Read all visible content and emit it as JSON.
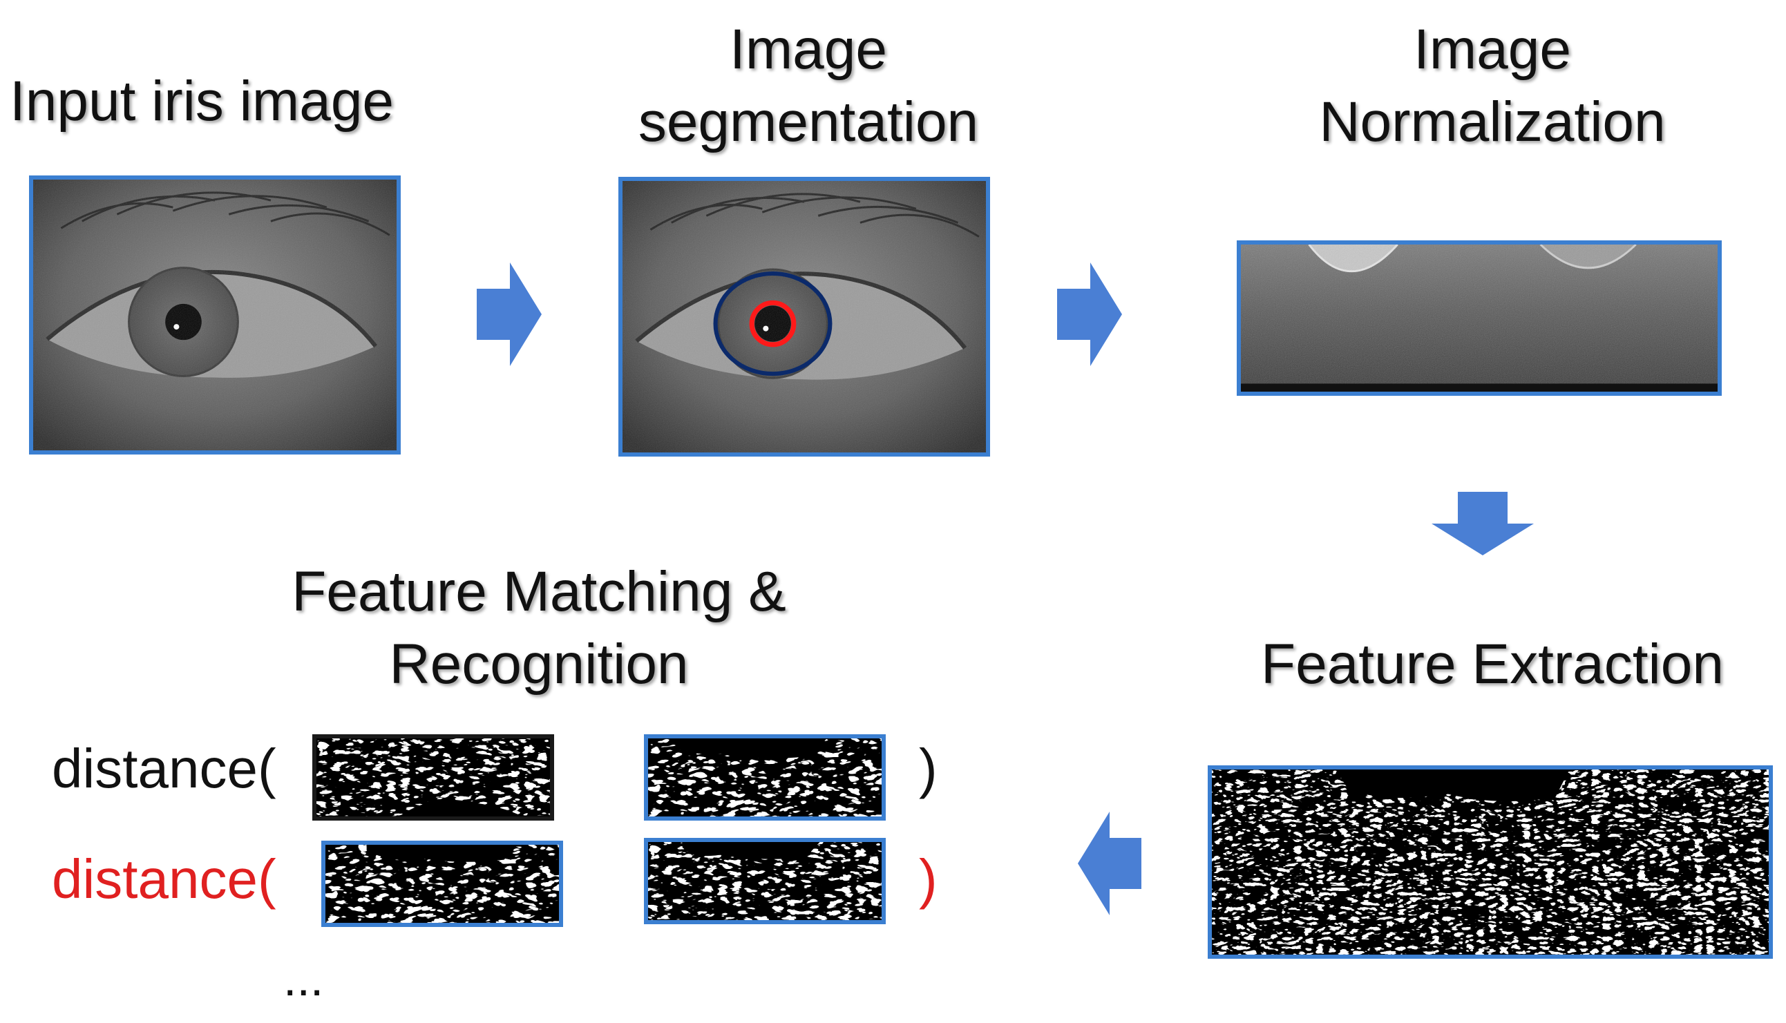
{
  "stages": {
    "input": {
      "label": "Input iris image"
    },
    "segmentation": {
      "label_line1": "Image",
      "label_line2": "segmentation"
    },
    "normalization": {
      "label_line1": "Image",
      "label_line2": "Normalization"
    },
    "extraction": {
      "label": "Feature Extraction"
    },
    "matching": {
      "label_line1": "Feature Matching &",
      "label_line2": "Recognition"
    }
  },
  "distance_rows": [
    {
      "prefix": "distance(",
      "suffix": ")",
      "color": "#111111"
    },
    {
      "prefix": "distance(",
      "suffix": ")",
      "color": "#e02020"
    }
  ],
  "ellipsis": "...",
  "colors": {
    "arrow": "#4a7fd4",
    "frame": "#3b7fd1",
    "iris_boundary": "#0b2a6b",
    "pupil_boundary": "#ff1a1a",
    "highlight_text": "#e02020"
  },
  "icons": [
    "arrow-right-icon",
    "arrow-down-icon",
    "arrow-left-icon"
  ]
}
